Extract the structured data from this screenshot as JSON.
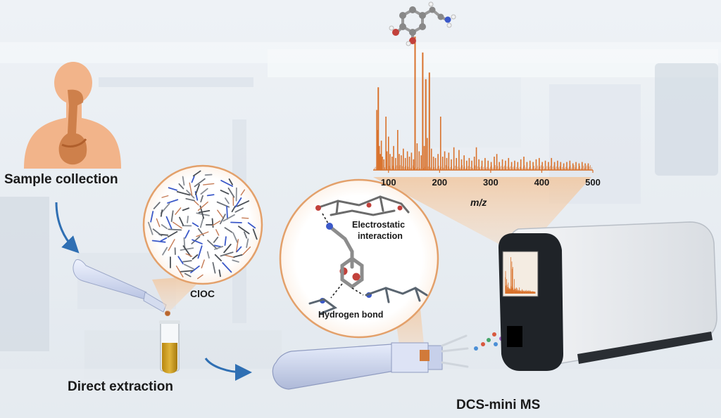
{
  "steps": {
    "sample_collection": "Sample collection",
    "direct_extraction": "Direct extraction",
    "instrument": "DCS-mini MS"
  },
  "material": {
    "name": "ClOC"
  },
  "interactions": {
    "electrostatic_line1": "Electrostatic",
    "electrostatic_line2": "interaction",
    "hydrogen_bond": "Hydrogen bond"
  },
  "colors": {
    "spectrum": "#d9722c",
    "body_silhouette": "#f2b48a",
    "body_organs": "#c8773f",
    "zoom_border": "#e3a06a",
    "arrow": "#2f6fb3",
    "extract_liquid": "#d1a12a"
  },
  "chart_data": {
    "type": "bar",
    "title": "",
    "xlabel": "m/z",
    "ylabel": "",
    "xlim": [
      70,
      500
    ],
    "ylim": [
      0,
      100
    ],
    "xticks": [
      100,
      200,
      300,
      400,
      500
    ],
    "peaks": [
      [
        77,
        45
      ],
      [
        79,
        30
      ],
      [
        80,
        62
      ],
      [
        82,
        18
      ],
      [
        84,
        12
      ],
      [
        86,
        22
      ],
      [
        88,
        10
      ],
      [
        91,
        8
      ],
      [
        95,
        40
      ],
      [
        97,
        14
      ],
      [
        100,
        25
      ],
      [
        103,
        12
      ],
      [
        107,
        10
      ],
      [
        110,
        18
      ],
      [
        114,
        9
      ],
      [
        118,
        30
      ],
      [
        121,
        12
      ],
      [
        125,
        11
      ],
      [
        129,
        16
      ],
      [
        133,
        9
      ],
      [
        137,
        14
      ],
      [
        141,
        10
      ],
      [
        145,
        13
      ],
      [
        149,
        8
      ],
      [
        152,
        100
      ],
      [
        156,
        20
      ],
      [
        160,
        14
      ],
      [
        164,
        11
      ],
      [
        167,
        88
      ],
      [
        170,
        18
      ],
      [
        173,
        68
      ],
      [
        176,
        24
      ],
      [
        180,
        73
      ],
      [
        184,
        16
      ],
      [
        188,
        10
      ],
      [
        192,
        9
      ],
      [
        197,
        12
      ],
      [
        202,
        40
      ],
      [
        206,
        10
      ],
      [
        210,
        14
      ],
      [
        214,
        9
      ],
      [
        218,
        13
      ],
      [
        223,
        8
      ],
      [
        228,
        17
      ],
      [
        233,
        9
      ],
      [
        238,
        15
      ],
      [
        243,
        8
      ],
      [
        248,
        11
      ],
      [
        253,
        7
      ],
      [
        258,
        9
      ],
      [
        263,
        7
      ],
      [
        268,
        10
      ],
      [
        272,
        17
      ],
      [
        277,
        8
      ],
      [
        283,
        7
      ],
      [
        289,
        9
      ],
      [
        295,
        7
      ],
      [
        301,
        6
      ],
      [
        307,
        10
      ],
      [
        312,
        12
      ],
      [
        317,
        6
      ],
      [
        323,
        8
      ],
      [
        329,
        7
      ],
      [
        335,
        9
      ],
      [
        341,
        6
      ],
      [
        347,
        7
      ],
      [
        353,
        6
      ],
      [
        359,
        8
      ],
      [
        365,
        10
      ],
      [
        371,
        6
      ],
      [
        377,
        7
      ],
      [
        383,
        6
      ],
      [
        389,
        8
      ],
      [
        395,
        9
      ],
      [
        401,
        6
      ],
      [
        407,
        7
      ],
      [
        413,
        6
      ],
      [
        419,
        9
      ],
      [
        425,
        6
      ],
      [
        431,
        7
      ],
      [
        437,
        6
      ],
      [
        443,
        5
      ],
      [
        449,
        6
      ],
      [
        455,
        7
      ],
      [
        461,
        5
      ],
      [
        467,
        6
      ],
      [
        473,
        5
      ],
      [
        479,
        6
      ],
      [
        485,
        5
      ],
      [
        491,
        5
      ]
    ]
  }
}
